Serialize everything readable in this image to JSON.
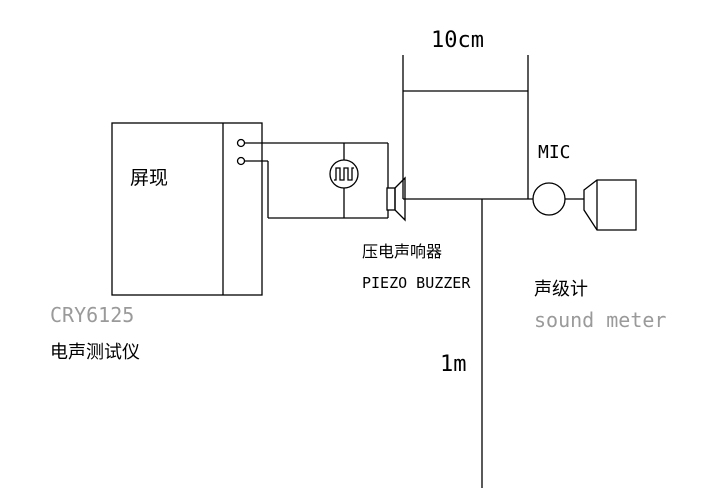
{
  "labels": {
    "dimension_top": "10cm",
    "dimension_vertical": "1m",
    "mic": "MIC",
    "screen": "屏现",
    "tester_model": "CRY6125",
    "tester_name": "电声测试仪",
    "buzzer_cn": "压电声响器",
    "buzzer_en": "PIEZO BUZZER",
    "meter_cn": "声级计",
    "meter_en": "sound meter"
  },
  "colors": {
    "line": "#000000",
    "grey_text": "#9a9a9a"
  },
  "icons": {
    "signal": "square-wave-signal-icon",
    "buzzer": "speaker-icon",
    "mic": "microphone-icon",
    "meter": "sound-meter-icon"
  }
}
